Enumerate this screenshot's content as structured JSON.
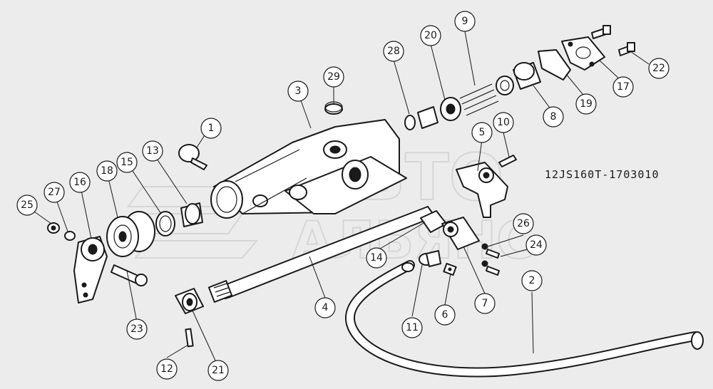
{
  "drawing_code": "12JS160T-1703010",
  "watermark": {
    "line1": "АВТО",
    "line2": "АЛЬЯНС"
  },
  "callouts": [
    "1",
    "2",
    "3",
    "4",
    "5",
    "6",
    "7",
    "8",
    "9",
    "10",
    "11",
    "12",
    "13",
    "14",
    "15",
    "16",
    "17",
    "18",
    "19",
    "20",
    "21",
    "22",
    "23",
    "24",
    "25",
    "26",
    "27",
    "28",
    "29"
  ]
}
